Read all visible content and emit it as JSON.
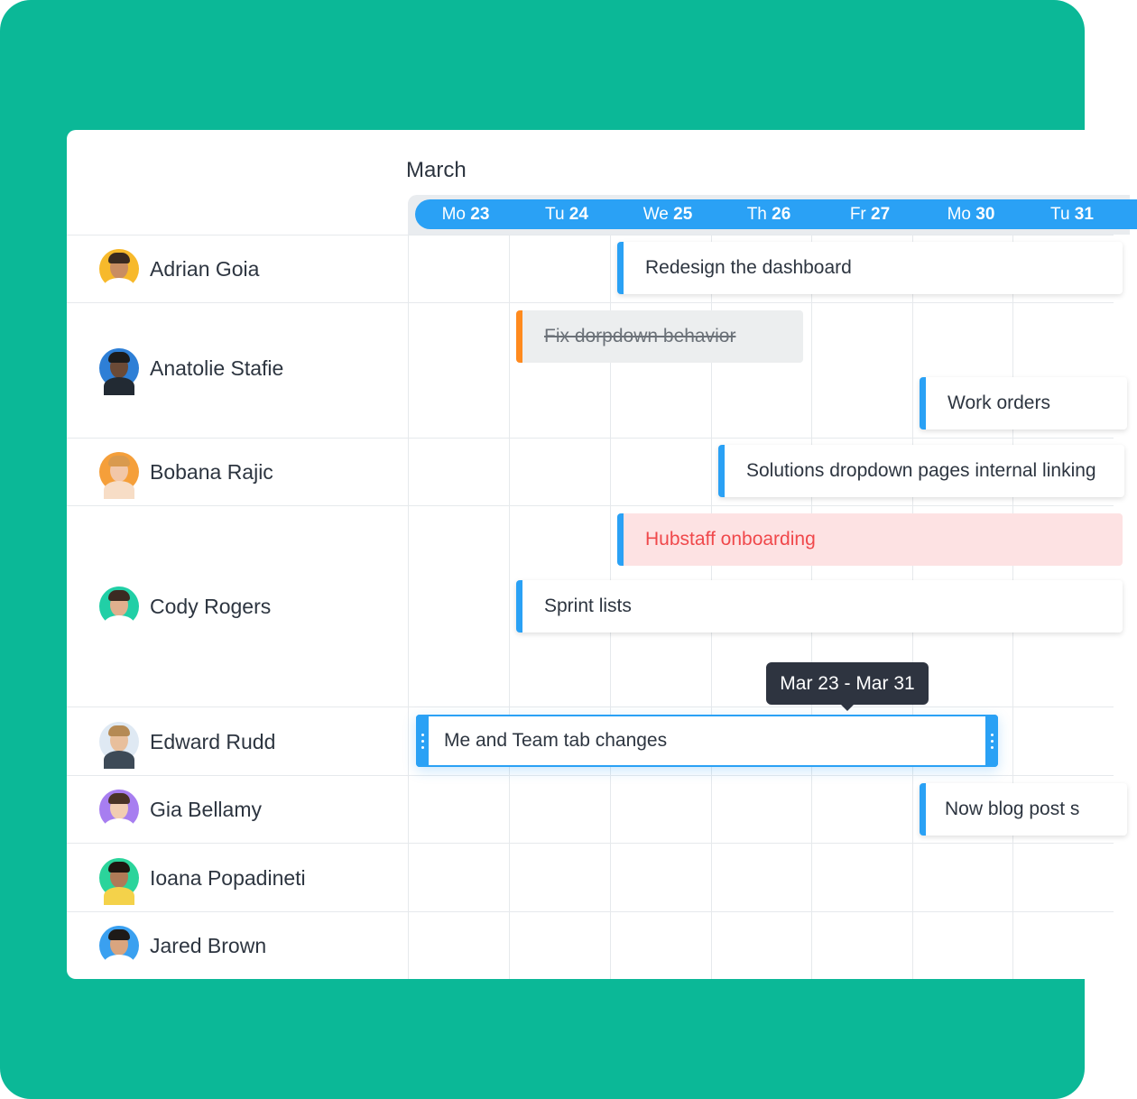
{
  "app": {
    "month": "March",
    "days": [
      {
        "weekday": "Mo",
        "date": "23"
      },
      {
        "weekday": "Tu",
        "date": "24"
      },
      {
        "weekday": "We",
        "date": "25"
      },
      {
        "weekday": "Th",
        "date": "26"
      },
      {
        "weekday": "Fr",
        "date": "27"
      },
      {
        "weekday": "Mo",
        "date": "30"
      },
      {
        "weekday": "Tu",
        "date": "31"
      }
    ]
  },
  "people": [
    {
      "name": "Adrian Goia",
      "avatar_color": "#f7b92b"
    },
    {
      "name": "Anatolie Stafie",
      "avatar_color": "#2e7fd6"
    },
    {
      "name": "Bobana Rajic",
      "avatar_color": "#f59f3a"
    },
    {
      "name": "Cody Rogers",
      "avatar_color": "#21cfa6"
    },
    {
      "name": "Edward Rudd",
      "avatar_color": "#dfe9f3"
    },
    {
      "name": "Gia Bellamy",
      "avatar_color": "#a77ef0"
    },
    {
      "name": "Ioana Popadineti",
      "avatar_color": "#2bd49b"
    },
    {
      "name": "Jared Brown",
      "avatar_color": "#3aa0f0"
    }
  ],
  "tasks": {
    "redesign": "Redesign the dashboard",
    "fix_dropdown": "Fix dorpdown behavior",
    "work_orders": "Work orders",
    "solutions": "Solutions dropdown pages internal linking",
    "hubstaff": "Hubstaff onboarding",
    "sprint": "Sprint lists",
    "me_team": "Me and Team tab changes",
    "blog": "Now blog post s"
  },
  "tooltip": {
    "text": "Mar 23 - Mar 31"
  },
  "colors": {
    "background": "#0bb897",
    "accent": "#2aa1f5",
    "done_stripe": "#ff8a1e",
    "alert_text": "#f0484b",
    "alert_bg": "#fde2e3"
  }
}
